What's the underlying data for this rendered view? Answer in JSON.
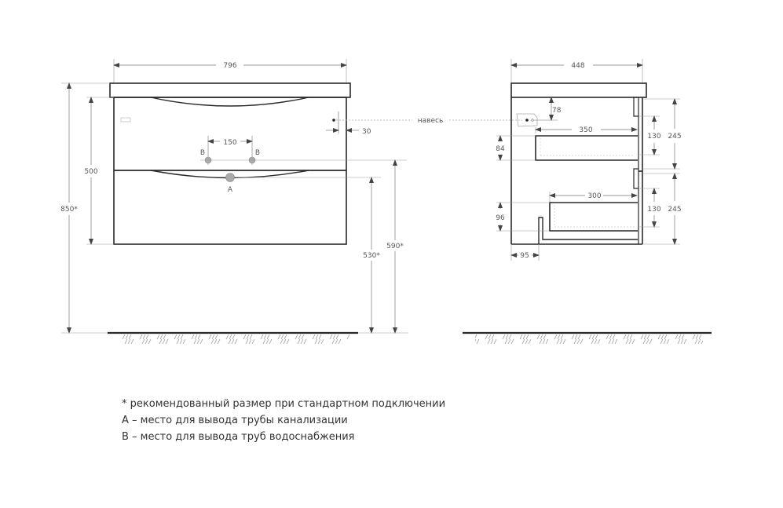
{
  "front_view": {
    "width": "796",
    "height_total": "850*",
    "cabinet_height": "500",
    "water_spacing": "150",
    "label_b_left": "В",
    "label_b_right": "В",
    "label_a": "А",
    "hanger_offset": "30",
    "drain_height": "530*",
    "water_height": "590*"
  },
  "hanger_label": "навесь",
  "side_view": {
    "depth": "448",
    "hanger_top_offset": "78",
    "upper_drawer_depth": "350",
    "upper_drawer_height": "84",
    "upper_front_height": "130",
    "upper_section_height": "245",
    "lower_drawer_depth": "300",
    "lower_drawer_height": "96",
    "lower_front_height": "130",
    "lower_section_height": "245",
    "cutout_width": "95"
  },
  "notes": [
    "* рекомендованный размер при стандартном подключении",
    "А – место для вывода трубы канализации",
    "В – место для вывода труб водоснабжения"
  ],
  "colors": {
    "line": "#2a2a2a",
    "dim_line": "#777777",
    "pipe": "#999999"
  }
}
